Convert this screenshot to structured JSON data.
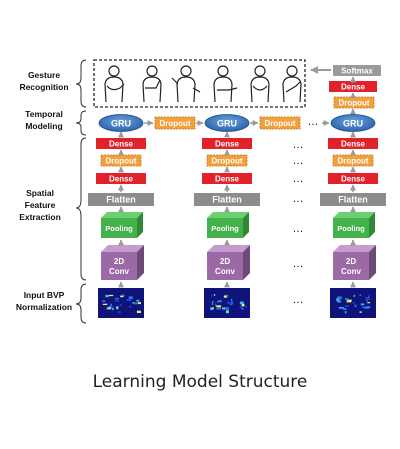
{
  "labels": {
    "gesture_recognition": [
      "Gesture",
      "Recognition"
    ],
    "temporal_modeling": [
      "Temporal",
      "Modeling"
    ],
    "spatial_feature_extraction": [
      "Spatial",
      "Feature",
      "Extraction"
    ],
    "input_bvp_normalization": [
      "Input BVP",
      "Normalization"
    ]
  },
  "blocks": {
    "gru": "GRU",
    "dropout": "Dropout",
    "dense": "Dense",
    "flatten": "Flatten",
    "pooling": "Pooling",
    "conv": [
      "2D",
      "Conv"
    ],
    "softmax": "Softmax",
    "ellipsis": "…"
  },
  "caption": "Learning Model Structure",
  "colors": {
    "gru": "#3d7bc4",
    "dropout": "#f2a03d",
    "dense": "#e2222a",
    "flatten": "#8c8c8c",
    "pooling": "#43b24a",
    "conv": "#9b6aa6",
    "softmax": "#9a9a9a",
    "bvp_background": "#10147a"
  }
}
